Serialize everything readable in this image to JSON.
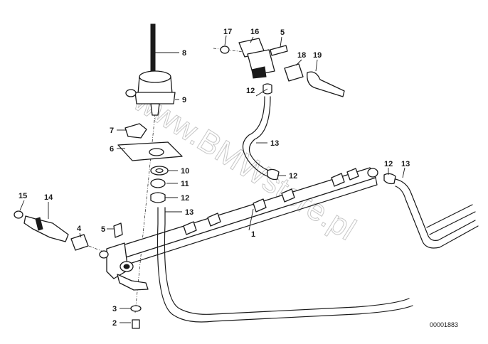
{
  "part_labels": {
    "p1": "1",
    "p2": "2",
    "p3": "3",
    "p4": "4",
    "p5_screw_left": "5",
    "p5_screw_top": "5",
    "p6": "6",
    "p7": "7",
    "p8": "8",
    "p9": "9",
    "p10": "10",
    "p11": "11",
    "p12_clamp_mid": "12",
    "p12_clamp_top": "12",
    "p12_clamp_rail": "12",
    "p12_clamp_right": "12",
    "p13_hose_top": "13",
    "p13_hose_mid": "13",
    "p13_hose_right": "13",
    "p14": "14",
    "p15": "15",
    "p16": "16",
    "p17": "17",
    "p18": "18",
    "p19": "19"
  },
  "watermark": "www.BMWstore.pl",
  "reference_number": "00001883"
}
